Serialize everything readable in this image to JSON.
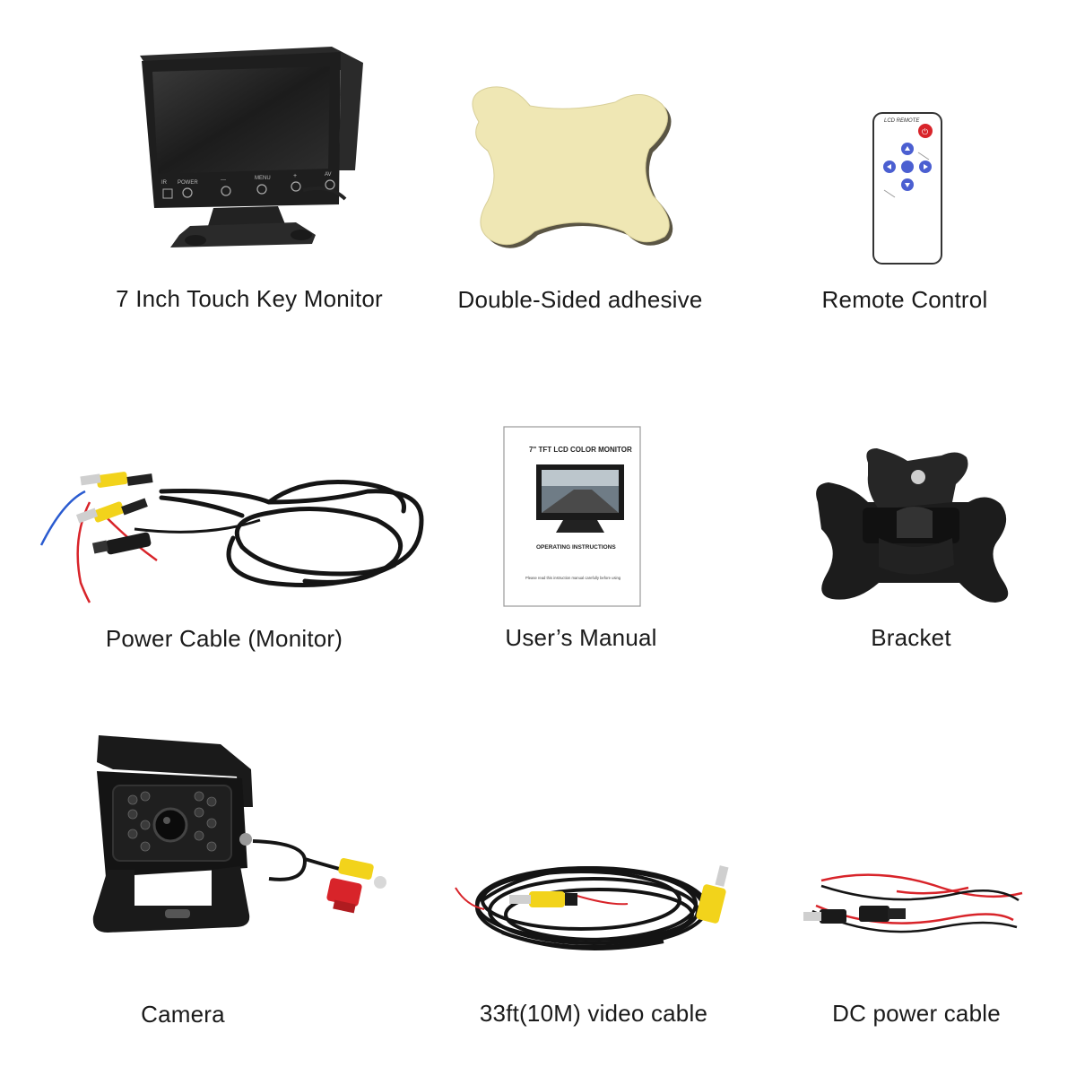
{
  "items": [
    {
      "id": "monitor",
      "label": "7 Inch Touch Key Monitor"
    },
    {
      "id": "adhesive",
      "label": "Double-Sided adhesive"
    },
    {
      "id": "remote",
      "label": "Remote Control"
    },
    {
      "id": "power-cable",
      "label": "Power Cable (Monitor)"
    },
    {
      "id": "manual",
      "label": "User’s Manual"
    },
    {
      "id": "bracket",
      "label": "Bracket"
    },
    {
      "id": "camera",
      "label": "Camera"
    },
    {
      "id": "video-cable",
      "label": "33ft(10M) video cable"
    },
    {
      "id": "dc-cable",
      "label": "DC power cable"
    }
  ],
  "monitor_buttons": {
    "ir": "IR",
    "power": "POWER",
    "minus": "—",
    "menu": "MENU",
    "plus": "+",
    "av": "AV"
  },
  "remote_header": "LCD REMOTE",
  "manual_text": {
    "title": "7\" TFT LCD COLOR MONITOR",
    "subtitle": "OPERATING INSTRUCTIONS",
    "footer": "Please read this instruction manual carefully before using"
  },
  "colors": {
    "yellow_plug": "#f2d31b",
    "red_wire": "#d8242a",
    "blue_wire": "#2a5bd0",
    "adhesive": "#efe7b4",
    "remote_key": "#4b5fd1"
  }
}
